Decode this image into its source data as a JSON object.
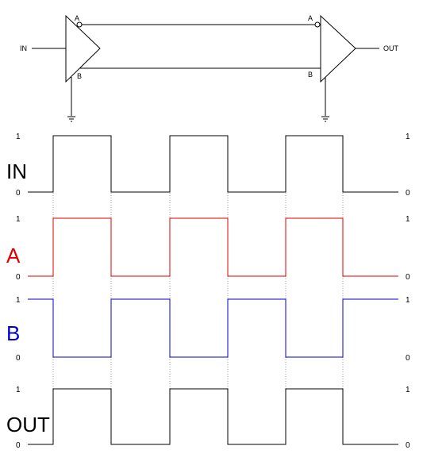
{
  "circuit": {
    "input_label": "IN",
    "output_label": "OUT",
    "driver_pin_a": "A",
    "driver_pin_b": "B",
    "receiver_pin_a": "A",
    "receiver_pin_b": "B"
  },
  "signals": [
    {
      "id": "in",
      "label": "IN",
      "color": "#000000",
      "high_label": "1",
      "low_label": "0",
      "levels": [
        0,
        1,
        0,
        1,
        0,
        1,
        0
      ]
    },
    {
      "id": "a",
      "label": "A",
      "color": "#e00000",
      "high_label": "1",
      "low_label": "0",
      "levels": [
        0,
        1,
        0,
        1,
        0,
        1,
        0
      ]
    },
    {
      "id": "b",
      "label": "B",
      "color": "#0000cc",
      "high_label": "1",
      "low_label": "0",
      "levels": [
        1,
        0,
        1,
        0,
        1,
        0,
        1
      ]
    },
    {
      "id": "out",
      "label": "OUT",
      "color": "#000000",
      "high_label": "1",
      "low_label": "0",
      "levels": [
        0,
        1,
        0,
        1,
        0,
        1,
        0
      ]
    }
  ]
}
